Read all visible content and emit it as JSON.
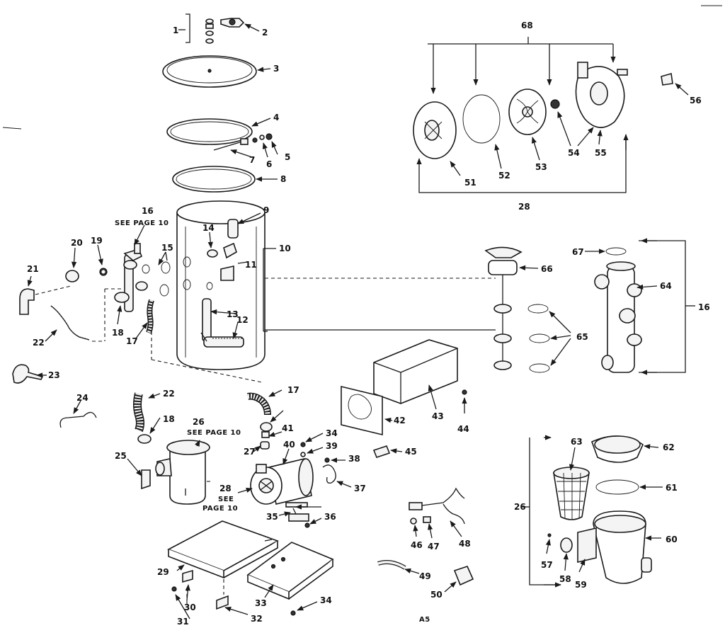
{
  "callouts": [
    {
      "id": "c1",
      "text": "1"
    },
    {
      "id": "c2",
      "text": "2"
    },
    {
      "id": "c3",
      "text": "3"
    },
    {
      "id": "c4",
      "text": "4"
    },
    {
      "id": "c5",
      "text": "5"
    },
    {
      "id": "c6",
      "text": "6"
    },
    {
      "id": "c7",
      "text": "7"
    },
    {
      "id": "c8",
      "text": "8"
    },
    {
      "id": "c9",
      "text": "9"
    },
    {
      "id": "c10",
      "text": "10"
    },
    {
      "id": "c11",
      "text": "11"
    },
    {
      "id": "c12",
      "text": "12"
    },
    {
      "id": "c13",
      "text": "13"
    },
    {
      "id": "c14",
      "text": "14"
    },
    {
      "id": "c15",
      "text": "15"
    },
    {
      "id": "c16a",
      "text": "16"
    },
    {
      "id": "c16b",
      "text": "16"
    },
    {
      "id": "c17a",
      "text": "17"
    },
    {
      "id": "c17b",
      "text": "17"
    },
    {
      "id": "c18a",
      "text": "18"
    },
    {
      "id": "c18b",
      "text": "18"
    },
    {
      "id": "c19",
      "text": "19"
    },
    {
      "id": "c20",
      "text": "20"
    },
    {
      "id": "c21",
      "text": "21"
    },
    {
      "id": "c22a",
      "text": "22"
    },
    {
      "id": "c22b",
      "text": "22"
    },
    {
      "id": "c23",
      "text": "23"
    },
    {
      "id": "c24",
      "text": "24"
    },
    {
      "id": "c25",
      "text": "25"
    },
    {
      "id": "c26a",
      "text": "26"
    },
    {
      "id": "c26b",
      "text": "26"
    },
    {
      "id": "c27",
      "text": "27"
    },
    {
      "id": "c28a",
      "text": "28"
    },
    {
      "id": "c28b",
      "text": "28"
    },
    {
      "id": "c29",
      "text": "29"
    },
    {
      "id": "c30",
      "text": "30"
    },
    {
      "id": "c31",
      "text": "31"
    },
    {
      "id": "c32",
      "text": "32"
    },
    {
      "id": "c33",
      "text": "33"
    },
    {
      "id": "c34a",
      "text": "34"
    },
    {
      "id": "c34b",
      "text": "34"
    },
    {
      "id": "c35",
      "text": "35"
    },
    {
      "id": "c36",
      "text": "36"
    },
    {
      "id": "c37",
      "text": "37"
    },
    {
      "id": "c38",
      "text": "38"
    },
    {
      "id": "c39",
      "text": "39"
    },
    {
      "id": "c40",
      "text": "40"
    },
    {
      "id": "c41",
      "text": "41"
    },
    {
      "id": "c42",
      "text": "42"
    },
    {
      "id": "c43",
      "text": "43"
    },
    {
      "id": "c44",
      "text": "44"
    },
    {
      "id": "c45",
      "text": "45"
    },
    {
      "id": "c46",
      "text": "46"
    },
    {
      "id": "c47",
      "text": "47"
    },
    {
      "id": "c48",
      "text": "48"
    },
    {
      "id": "c49",
      "text": "49"
    },
    {
      "id": "c50",
      "text": "50"
    },
    {
      "id": "c51",
      "text": "51"
    },
    {
      "id": "c52",
      "text": "52"
    },
    {
      "id": "c53",
      "text": "53"
    },
    {
      "id": "c54",
      "text": "54"
    },
    {
      "id": "c55",
      "text": "55"
    },
    {
      "id": "c56",
      "text": "56"
    },
    {
      "id": "c57",
      "text": "57"
    },
    {
      "id": "c58",
      "text": "58"
    },
    {
      "id": "c59",
      "text": "59"
    },
    {
      "id": "c60",
      "text": "60"
    },
    {
      "id": "c61",
      "text": "61"
    },
    {
      "id": "c62",
      "text": "62"
    },
    {
      "id": "c63",
      "text": "63"
    },
    {
      "id": "c64",
      "text": "64"
    },
    {
      "id": "c65",
      "text": "65"
    },
    {
      "id": "c66",
      "text": "66"
    },
    {
      "id": "c67",
      "text": "67"
    },
    {
      "id": "c68",
      "text": "68"
    }
  ],
  "notes": {
    "see16": "SEE PAGE 10",
    "see26": "SEE PAGE 10",
    "see28a": "SEE",
    "see28b": "PAGE 10",
    "page_code": "A5"
  }
}
